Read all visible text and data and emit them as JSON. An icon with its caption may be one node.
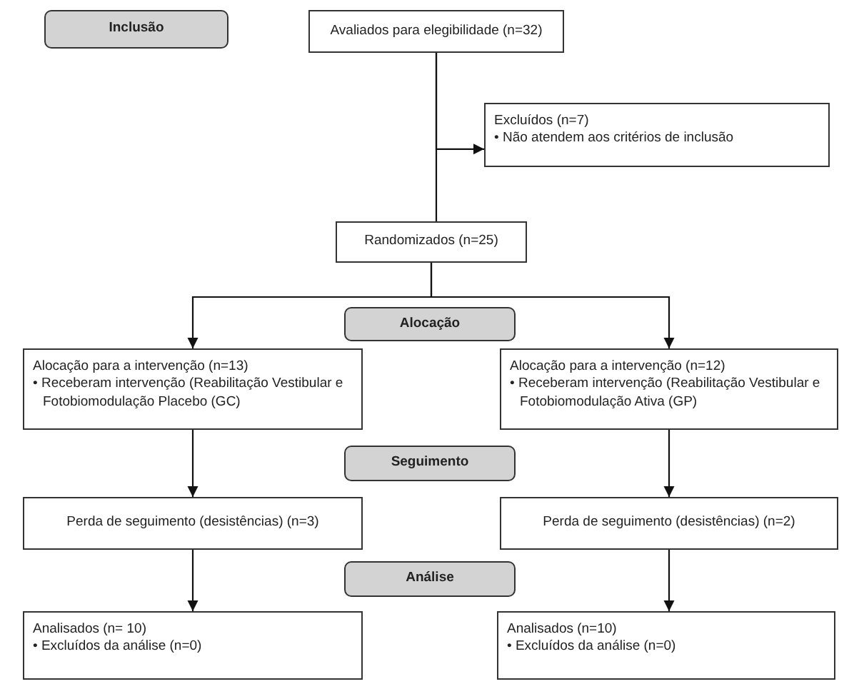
{
  "diagram": {
    "nodes": [
      {
        "text": [
          "Inclusão"
        ]
      },
      {
        "text": [
          "Avaliados para elegibilidade (n=32)"
        ]
      },
      {
        "text": [
          "Excluídos (n=7)",
          "• Não atendem aos critérios de inclusão"
        ]
      },
      {
        "text": [
          "Randomizados (n=25)"
        ]
      },
      {
        "text": [
          "Alocação"
        ]
      },
      {
        "text": [
          "Alocação para a intervenção (n=13)",
          "• Receberam intervenção (Reabilitação Vestibular e Fotobiomodulação Placebo (GC)"
        ]
      },
      {
        "text": [
          "Alocação para a intervenção (n=12)",
          "• Receberam intervenção (Reabilitação Vestibular e Fotobiomodulação Ativa  (GP)"
        ]
      },
      {
        "text": [
          "Seguimento"
        ]
      },
      {
        "text": [
          "Perda de seguimento (desistências) (n=3)"
        ]
      },
      {
        "text": [
          "Perda de seguimento (desistências) (n=2)"
        ]
      },
      {
        "text": [
          "Análise"
        ]
      },
      {
        "text": [
          "Analisados  (n= 10)",
          "• Excluídos da análise (n=0)"
        ]
      },
      {
        "text": [
          "Analisados (n=10)",
          "• Excluídos da análise (n=0)"
        ]
      }
    ],
    "edges": [
      {
        "from": 1,
        "to": 3,
        "arrow": "none"
      },
      {
        "from": 1,
        "to": 2,
        "arrow": "to"
      },
      {
        "from": 3,
        "to": 5,
        "arrow": "to"
      },
      {
        "from": 3,
        "to": 6,
        "arrow": "to"
      },
      {
        "from": 5,
        "to": 8,
        "arrow": "to"
      },
      {
        "from": 6,
        "to": 9,
        "arrow": "to"
      },
      {
        "from": 8,
        "to": 11,
        "arrow": "to"
      },
      {
        "from": 9,
        "to": 12,
        "arrow": "to"
      }
    ]
  }
}
